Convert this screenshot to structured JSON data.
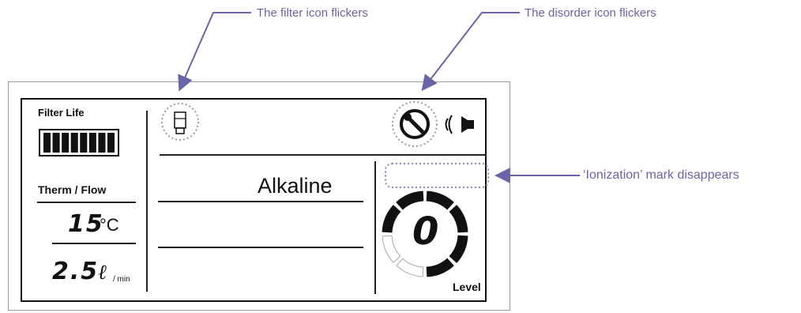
{
  "callouts": {
    "filter_icon": "The filter icon flickers",
    "disorder_icon": "The disorder icon flickers",
    "ionization": "‘Ionization’   mark disappears"
  },
  "display": {
    "filter_life_label": "Filter Life",
    "filter_life_bars": 8,
    "therm_flow_label": "Therm / Flow",
    "temperature_value": "15",
    "temperature_unit": "°C",
    "flow_value": "2.5",
    "flow_unit_symbol": "ℓ",
    "flow_unit": "/ min",
    "mode_label": "Alkaline",
    "level_value": "0",
    "level_label": "Level",
    "level_ring_segments": 8,
    "level_ring_dark_segments": 6
  },
  "icons": {
    "filter": "filter-cartridge-icon",
    "disorder": "wrench-disorder-icon",
    "sound": "speaker-icon"
  },
  "colors": {
    "callout": "#6a64a8",
    "lcd": "#111111",
    "dotted_circle": "#999999"
  }
}
